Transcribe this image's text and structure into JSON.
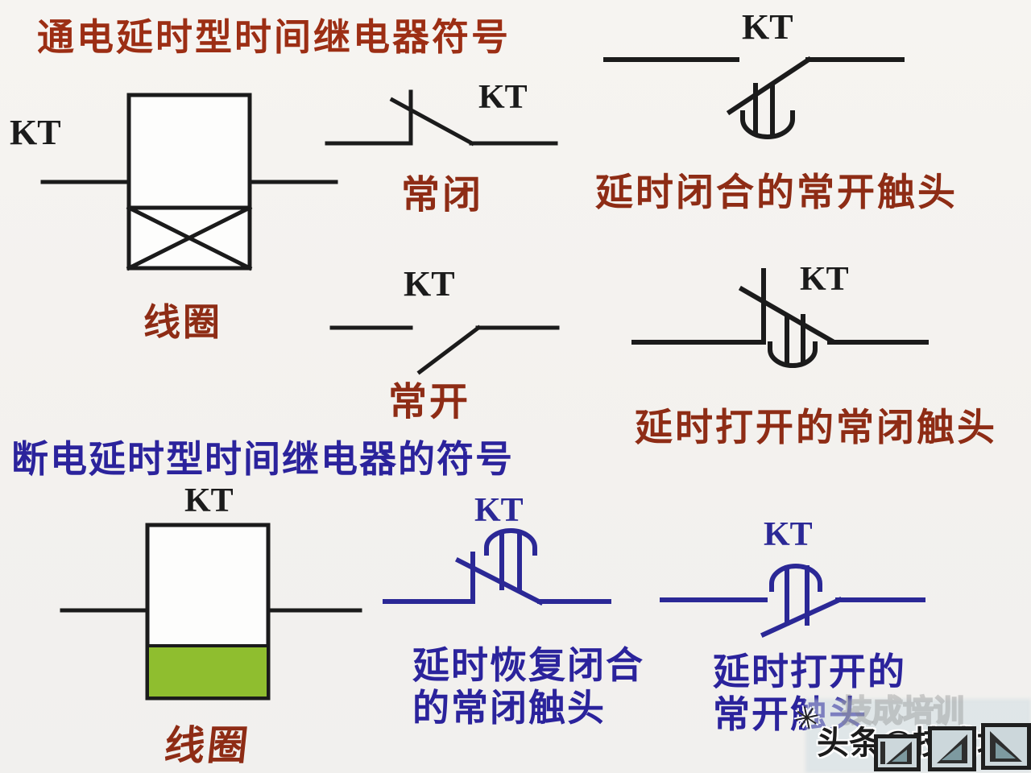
{
  "section_power_on_delay": {
    "title": "通电延时型时间继电器符号",
    "coil": {
      "kt": "KT",
      "label": "线圈"
    },
    "nc_contact": {
      "kt": "KT",
      "label": "常闭"
    },
    "no_contact": {
      "kt": "KT",
      "label": "常开"
    },
    "delay_close_no_contact": {
      "kt": "KT",
      "label": "延时闭合的常开触头"
    },
    "delay_open_nc_contact": {
      "kt": "KT",
      "label": "延时打开的常闭触头"
    }
  },
  "section_power_off_delay": {
    "title": "断电延时型时间继电器的符号",
    "coil": {
      "kt": "KT",
      "label": "线圈"
    },
    "delay_reclose_nc_contact": {
      "kt": "KT",
      "label_line1": "延时恢复闭合",
      "label_line2": "的常闭触头"
    },
    "delay_open_no_contact": {
      "kt": "KT",
      "label_line1": "延时打开的",
      "label_line2": "常开触头"
    }
  },
  "watermark": {
    "text": "头条@技成培训",
    "ghost_text": "技成培训",
    "sparkle": "✳"
  },
  "colors": {
    "background": "#f3f1ee",
    "symbol_black": "#1b1b1b",
    "symbol_navy": "#2b2896",
    "title_red": "#9c2e14",
    "title_navy": "#2b239c",
    "label_red": "#8e2c15",
    "coil_green_fill": "#8fbe2f",
    "nav_box_fill": "#ccd7db"
  }
}
